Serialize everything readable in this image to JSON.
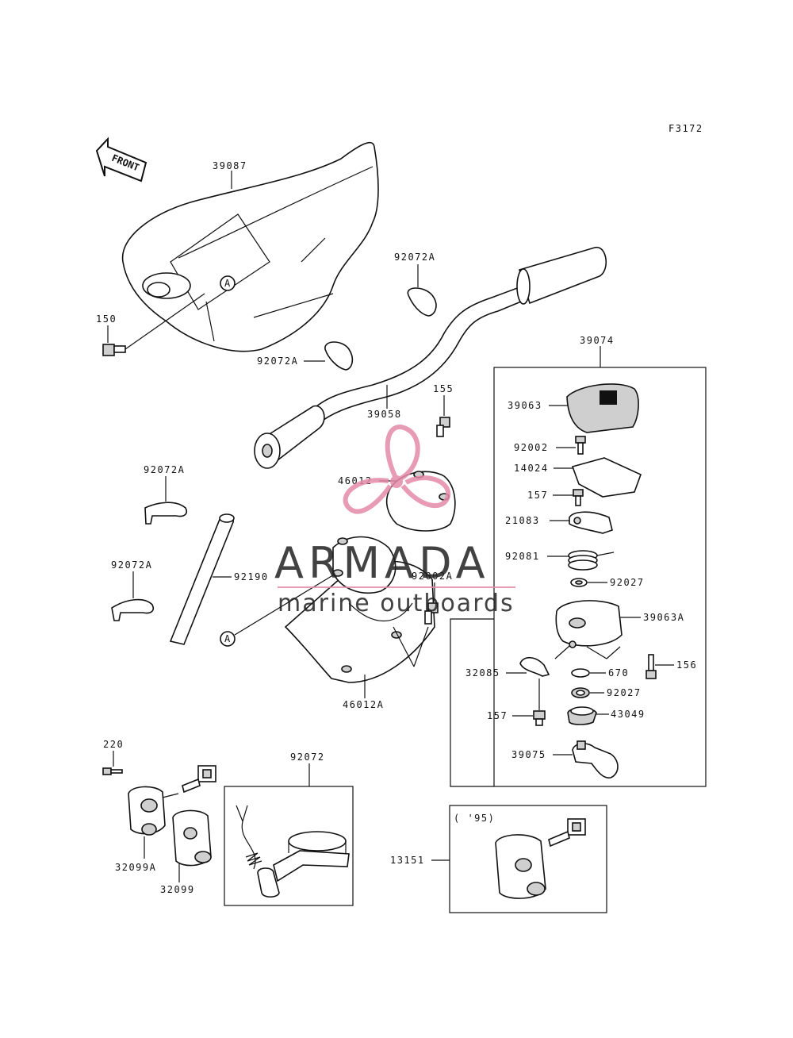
{
  "figure_code": "F3172",
  "front_label": "FRONT",
  "callout_marker": "A",
  "parts": [
    "39087",
    "150",
    "92072A",
    "92072A",
    "39058",
    "155",
    "46012",
    "92072A",
    "92072A",
    "92190",
    "92002A",
    "46012A",
    "39074",
    "39063",
    "92002",
    "14024",
    "157",
    "21083",
    "92081",
    "92027",
    "39063A",
    "156",
    "32085",
    "670",
    "92027",
    "157",
    "43049",
    "39075",
    "220",
    "32099A",
    "32099",
    "92072",
    "13151"
  ],
  "year_note": "( '95)",
  "watermark": {
    "brand": "ARMADA",
    "tagline": "marine outboards",
    "logo_color": "#e48aa8"
  }
}
